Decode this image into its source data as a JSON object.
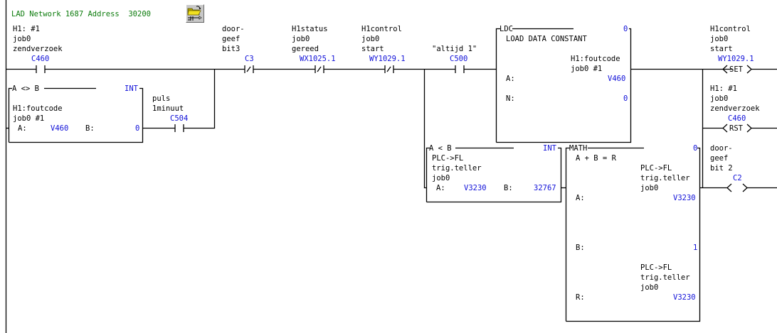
{
  "header": {
    "title": "LAD Network 1687 Address  30200",
    "toolbar_icon": "open-folder-network-icon"
  },
  "rung1": {
    "contact_c460": {
      "labels": [
        "H1: #1",
        "job0",
        "zendverzoek"
      ],
      "address": "C460",
      "type": "NO"
    },
    "compare_ne": {
      "title": "A <> B",
      "datatype": "INT",
      "labels": [
        "H1:foutcode",
        "job0 #1"
      ],
      "a_label": "A:",
      "a_value": "V460",
      "b_label": "B:",
      "b_value": "0"
    },
    "contact_c504": {
      "labels": [
        "puls",
        "1minuut"
      ],
      "address": "C504",
      "type": "NO"
    },
    "contact_c3": {
      "labels": [
        "door-",
        "geef",
        "bit3"
      ],
      "address": "C3",
      "type": "NC"
    },
    "contact_wx1025": {
      "labels": [
        "H1status",
        "job0",
        "gereed"
      ],
      "address": "WX1025.1",
      "type": "NC"
    },
    "contact_wy1029": {
      "labels": [
        "H1control",
        "job0",
        "start"
      ],
      "address": "WY1029.1",
      "type": "NC"
    },
    "contact_c500": {
      "labels": [
        "\"altijd 1\""
      ],
      "address": "C500",
      "type": "NO"
    },
    "ldc": {
      "title": "LDC",
      "corner": "0",
      "subtitle": "LOAD DATA CONSTANT",
      "labels": [
        "H1:foutcode",
        "job0 #1"
      ],
      "a_label": "A:",
      "a_value": "V460",
      "n_label": "N:",
      "n_value": "0"
    },
    "coil_set": {
      "labels": [
        "H1control",
        "job0",
        "start"
      ],
      "address": "WY1029.1",
      "symbol": "SET"
    },
    "coil_rst": {
      "labels": [
        "H1: #1",
        "job0",
        "zendverzoek"
      ],
      "address": "C460",
      "symbol": "RST"
    },
    "compare_lt": {
      "title": "A < B",
      "datatype": "INT",
      "labels": [
        "PLC->FL",
        "trig.teller",
        "job0"
      ],
      "a_label": "A:",
      "a_value": "V3230",
      "b_label": "B:",
      "b_value": "32767"
    },
    "math": {
      "title": "MATH",
      "corner": "0",
      "formula": "A + B = R",
      "a_labels": [
        "PLC->FL",
        "trig.teller",
        "job0"
      ],
      "a_label": "A:",
      "a_value": "V3230",
      "b_label": "B:",
      "b_value": "1",
      "r_labels": [
        "PLC->FL",
        "trig.teller",
        "job0"
      ],
      "r_label": "R:",
      "r_value": "V3230"
    },
    "coil_c2": {
      "labels": [
        "door-",
        "geef",
        "bit 2"
      ],
      "address": "C2",
      "symbol": " "
    }
  }
}
